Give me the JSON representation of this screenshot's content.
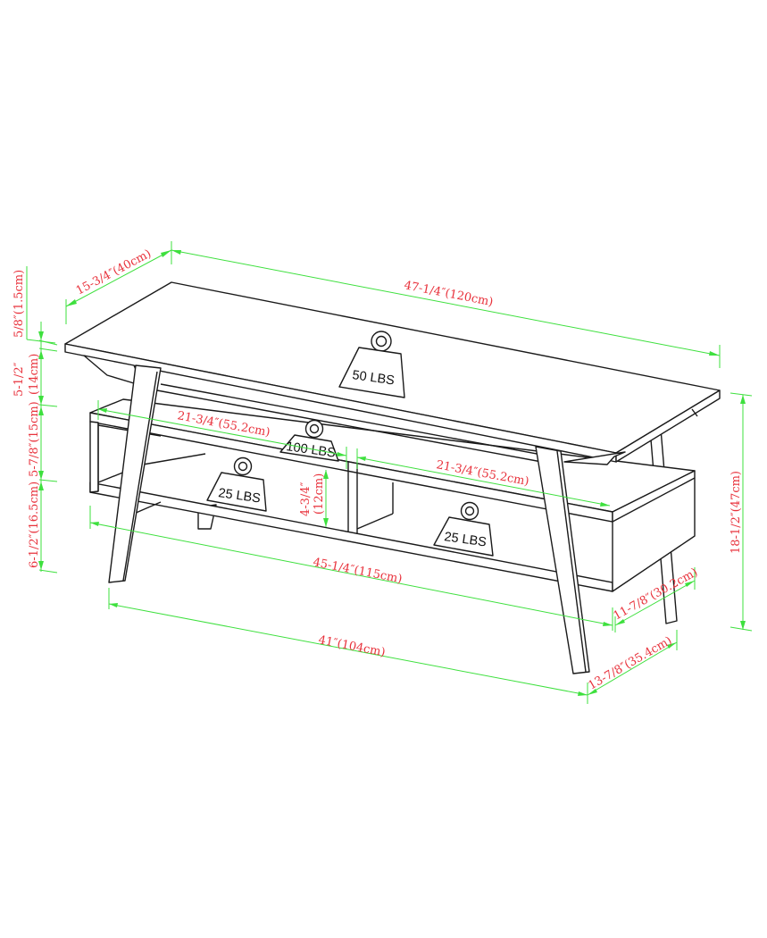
{
  "diagram": {
    "subject": "TV stand / media console technical dimension drawing",
    "colors": {
      "outline": "#1a1a1a",
      "dimension_line": "#3ee03e",
      "dimension_text": "#e8323c",
      "background": "#ffffff"
    },
    "dimensions": {
      "top_depth": "15-3/4″(40cm)",
      "top_width": "47-1/4″(120cm)",
      "top_thickness": "5/8″(1.5cm)",
      "top_to_shelf_in": "5-1/2″",
      "top_to_shelf_cm": "(14cm)",
      "cabinet_upper": "5-7/8″(15cm)",
      "floor_clearance": "6-1/2″(16.5cm)",
      "shelf_width_left": "21-3/4″(55.2cm)",
      "shelf_width_right": "21-3/4″(55.2cm)",
      "cubby_height_in": "4-3/4″",
      "cubby_height_cm": "(12cm)",
      "cabinet_width": "45-1/4″(115cm)",
      "leg_span_width": "41″(104cm)",
      "cabinet_depth": "11-7/8″(30.2cm)",
      "leg_span_depth": "13-7/8″(35.4cm)",
      "overall_height": "18-1/2″(47cm)"
    },
    "weight_limits": {
      "top": "50 LBS",
      "middle_shelf": "100 LBS",
      "left_cubby": "25 LBS",
      "right_cubby": "25 LBS"
    }
  }
}
